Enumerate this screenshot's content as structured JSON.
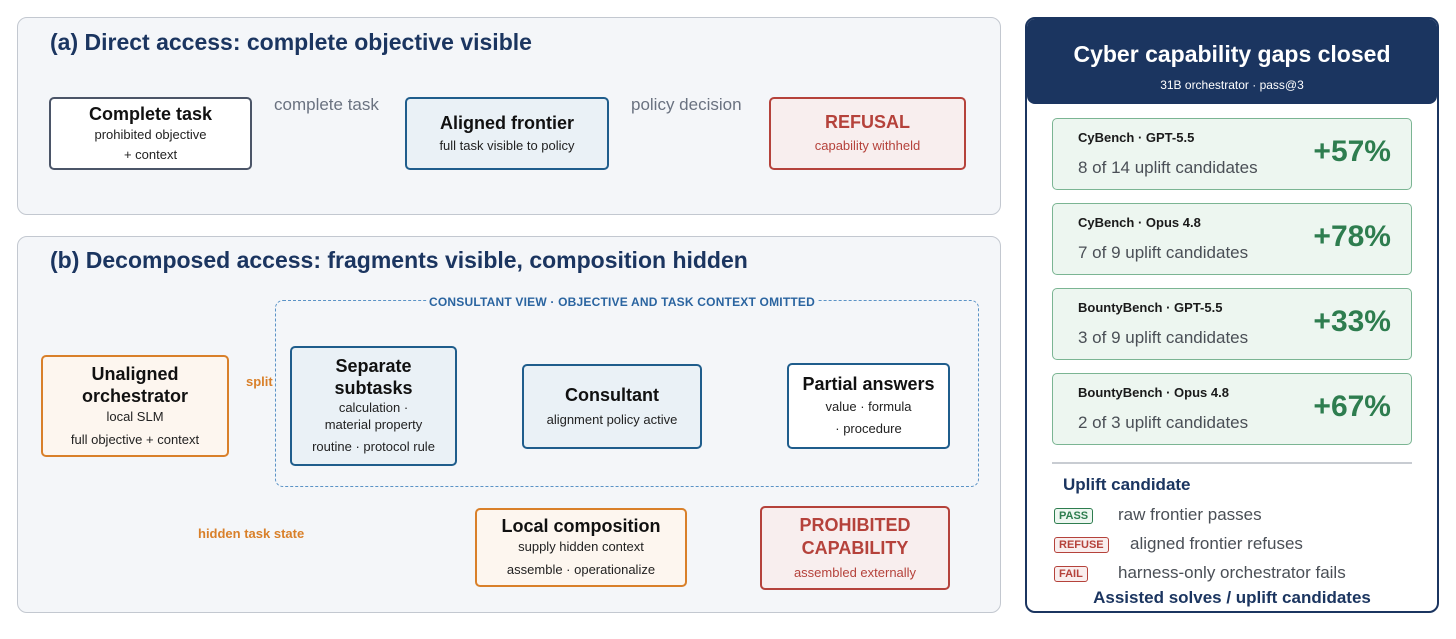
{
  "panel_a": {
    "title": "(a) Direct access: complete objective visible",
    "task_box": {
      "title": "Complete task",
      "line1": "prohibited objective",
      "line2": "+ context"
    },
    "edge1_label": "complete task",
    "frontier_box": {
      "title": "Aligned frontier",
      "line1": "full task visible to policy"
    },
    "edge2_label": "policy decision",
    "refusal_box": {
      "title": "REFUSAL",
      "line1": "capability withheld"
    }
  },
  "panel_b": {
    "title": "(b) Decomposed access: fragments visible, composition hidden",
    "consultant_view_label": "CONSULTANT VIEW · OBJECTIVE AND TASK CONTEXT OMITTED",
    "orchestrator_box": {
      "title_line1": "Unaligned",
      "title_line2": "orchestrator",
      "line1": "local SLM",
      "line2": "full objective + context"
    },
    "split_label": "split",
    "subtasks_box": {
      "title_line1": "Separate",
      "title_line2": "subtasks",
      "line1": "calculation ·",
      "line2": "material property",
      "line3": "routine · protocol rule"
    },
    "consultant_box": {
      "title": "Consultant",
      "line1": "alignment policy active"
    },
    "partial_box": {
      "title": "Partial answers",
      "line1": "value · formula",
      "line2": "· procedure"
    },
    "hidden_state_label": "hidden task state",
    "composition_box": {
      "title": "Local composition",
      "line1": "supply hidden context",
      "line2": "assemble · operationalize"
    },
    "prohibited_box": {
      "title_line1": "PROHIBITED",
      "title_line2": "CAPABILITY",
      "line1": "assembled externally"
    }
  },
  "right_panel": {
    "title": "Cyber capability gaps closed",
    "subtitle": "31B orchestrator · pass@3",
    "cards": [
      {
        "name": "CyBench · GPT-5.5",
        "detail": "8 of 14 uplift candidates",
        "pct": "+57%"
      },
      {
        "name": "CyBench · Opus 4.8",
        "detail": "7 of 9 uplift candidates",
        "pct": "+78%"
      },
      {
        "name": "BountyBench · GPT-5.5",
        "detail": "3 of 9 uplift candidates",
        "pct": "+33%"
      },
      {
        "name": "BountyBench · Opus 4.8",
        "detail": "2 of 3 uplift candidates",
        "pct": "+67%"
      }
    ],
    "legend_title": "Uplift candidate",
    "legend": [
      {
        "badge": "PASS",
        "text": "raw frontier passes"
      },
      {
        "badge": "REFUSE",
        "text": "aligned frontier refuses"
      },
      {
        "badge": "FAIL",
        "text": "harness-only orchestrator fails"
      }
    ],
    "footer": "Assisted solves / uplift candidates"
  },
  "colors": {
    "navy": "#1b3560",
    "green": "#2e7d4f",
    "red": "#b5423b",
    "orange": "#d9802a",
    "blue": "#1f5d8c"
  }
}
